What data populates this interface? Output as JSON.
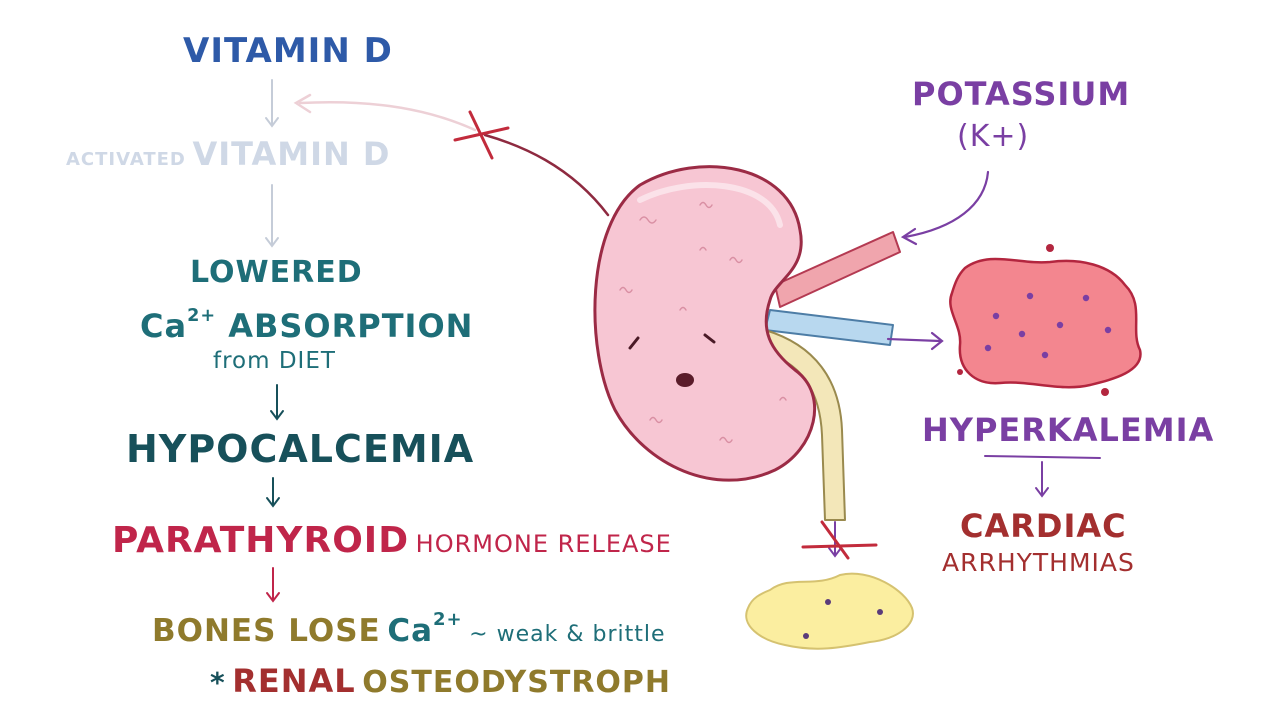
{
  "colors": {
    "vitamin_d": "#2e5aa8",
    "activated_faded": "#cfd8e6",
    "teal": "#1e6e78",
    "dark_teal": "#17505a",
    "pink_red": "#c0254a",
    "olive": "#8f7a2c",
    "purple": "#7a3fa3",
    "dark_red": "#a32f2f",
    "kidney_fill": "#f7c6d3",
    "kidney_outline": "#9b2b45",
    "artery": "#f0a5ad",
    "vein": "#b8d8ef",
    "ureter": "#f3e7b9",
    "heart_blob": "#f3868f",
    "urine_blob": "#fbeea0"
  },
  "left_flow": {
    "vitamin_d": "VITAMIN D",
    "activated_small": "ACTIVATED",
    "activated_big": "VITAMIN D",
    "lowered": "LOWERED",
    "ca_symbol": "Ca",
    "ca_charge": "2+",
    "absorption": "ABSORPTION",
    "from_diet": "from DIET",
    "hypocalcemia": "HYPOCALCEMIA",
    "parathyroid": "PARATHYROID",
    "hormone_release": "HORMONE RELEASE",
    "bones_lose": "BONES LOSE",
    "bones_ca": "Ca",
    "bones_ca_charge": "2+",
    "weak_brittle": "~ weak & brittle",
    "asterisk": "*",
    "renal": "RENAL",
    "osteodystroph": "OSTEODYSTROPH"
  },
  "right_flow": {
    "potassium": "POTASSIUM",
    "k_plus": "(K+)",
    "hyperkalemia": "HYPERKALEMIA",
    "cardiac": "CARDIAC",
    "arrhythmias": "ARRHYTHMIAS"
  },
  "icons": [
    "kidney-icon",
    "x-mark-icon",
    "blood-blob-icon",
    "urine-blob-icon",
    "arrow-icon"
  ]
}
